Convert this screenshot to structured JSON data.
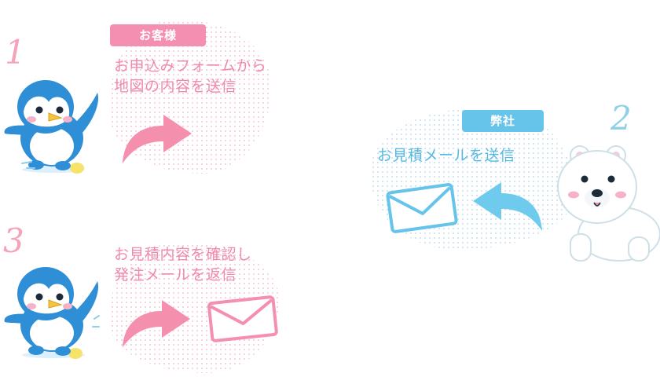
{
  "steps": [
    {
      "number": "1",
      "badge": "お客様",
      "lines": [
        "お申込みフォームから",
        "地図の内容を送信"
      ]
    },
    {
      "number": "2",
      "badge": "弊社",
      "lines": [
        "お見積メールを送信"
      ]
    },
    {
      "number": "3",
      "lines": [
        "お見積内容を確認し",
        "発注メールを返信"
      ]
    }
  ],
  "icons": {
    "step1_character": "penguin-icon",
    "step1_arrow": "curved-arrow-right-icon",
    "step2_character": "polar-bear-icon",
    "step2_arrow": "curved-arrow-left-icon",
    "step2_mail": "envelope-icon",
    "step3_character": "penguin-icon",
    "step3_arrow": "curved-arrow-right-icon",
    "step3_mail": "envelope-icon"
  },
  "colors": {
    "pink": "#f48fb1",
    "pink_text": "#f08aaa",
    "blue": "#66c4ea",
    "blue_text": "#55b9e2",
    "penguin_blue": "#2f8fd6"
  }
}
